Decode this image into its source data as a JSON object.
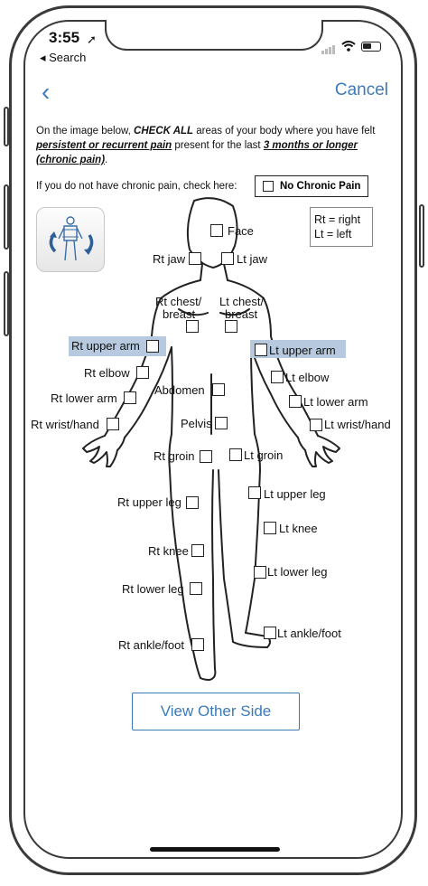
{
  "status_bar": {
    "time": "3:55",
    "back_app": "◂ Search"
  },
  "nav": {
    "back_glyph": "‹",
    "cancel_label": "Cancel"
  },
  "instructions": {
    "prefix": "On the image below, ",
    "check_all": "CHECK ALL",
    "middle": " areas of your body where you have felt ",
    "pain_phrase": "persistent or recurrent pain",
    "middle2": " present for the last ",
    "duration": "3 months or longer (chronic pain)",
    "suffix": "."
  },
  "no_chronic": {
    "prompt": "If you do not have chronic pain, check here:",
    "button_label": "No Chronic Pain"
  },
  "legend": {
    "rt": "Rt = right",
    "lt": "Lt = left"
  },
  "labels": {
    "face": "Face",
    "rt_jaw": "Rt jaw",
    "lt_jaw": "Lt jaw",
    "rt_chest_1": "Rt chest/",
    "rt_chest_2": "breast",
    "lt_chest_1": "Lt chest/",
    "lt_chest_2": "breast",
    "rt_upper_arm": "Rt upper arm",
    "lt_upper_arm": "Lt upper arm",
    "rt_elbow": "Rt elbow",
    "lt_elbow": "Lt elbow",
    "rt_lower_arm": "Rt lower arm",
    "lt_lower_arm": "Lt lower arm",
    "abdomen": "Abdomen",
    "rt_wrist": "Rt wrist/hand",
    "lt_wrist": "Lt wrist/hand",
    "pelvis": "Pelvis",
    "rt_groin": "Rt groin",
    "lt_groin": "Lt groin",
    "rt_upper_leg": "Rt upper leg",
    "lt_upper_leg": "Lt upper leg",
    "rt_knee": "Rt knee",
    "lt_knee": "Lt knee",
    "rt_lower_leg": "Rt lower leg",
    "lt_lower_leg": "Lt lower leg",
    "rt_ankle": "Rt ankle/foot",
    "lt_ankle": "Lt ankle/foot"
  },
  "selected": [
    "rt_upper_arm",
    "lt_upper_arm"
  ],
  "colors": {
    "accent": "#3d7ab8",
    "highlight": "#b6c9de"
  },
  "view_other_side_label": "View Other Side"
}
